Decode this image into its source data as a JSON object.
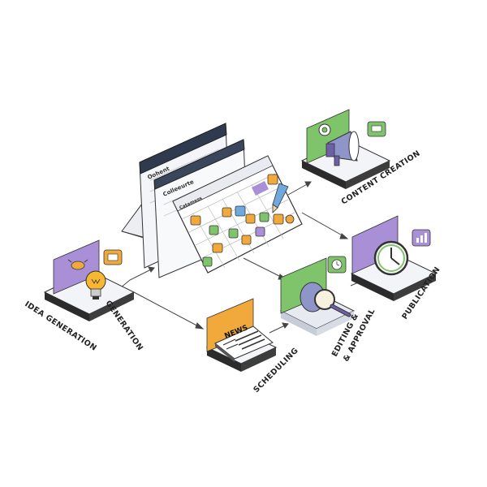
{
  "stages": {
    "idea_generation": "IDEA GENERATION",
    "generation": "GENERATION",
    "scheduling": "SCHEDULING",
    "editing": "EDITING &",
    "approval": "& APPROVAL",
    "publication": "PUBLICATION",
    "content_creation": "CONTENT CREATION"
  },
  "calendar": {
    "sheet_back": "Oohent",
    "sheet_mid": "Colleeurte",
    "sheet_front": "Catamess"
  },
  "newspaper": {
    "headline": "NEWS"
  },
  "colors": {
    "purple": "#a88fd6",
    "green": "#7fc36a",
    "orange": "#f2a93b",
    "dark": "#2b2b2b",
    "line": "#444444"
  }
}
